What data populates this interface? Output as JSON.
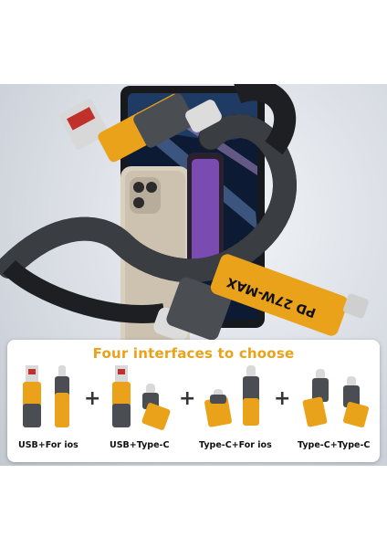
{
  "product_photo": {
    "cable_print": "PD 27W-MAX"
  },
  "interfaces_panel": {
    "title": "Four interfaces to choose",
    "options": [
      {
        "label": "USB+For ios"
      },
      {
        "label": "USB+Type-C"
      },
      {
        "label": "Type-C+For ios"
      },
      {
        "label": "Type-C+Type-C"
      }
    ],
    "separator": "+"
  },
  "colors": {
    "accent_orange": "#e9a21a",
    "cable_black": "#1d1f22",
    "connector_grey": "#4a4d52"
  }
}
